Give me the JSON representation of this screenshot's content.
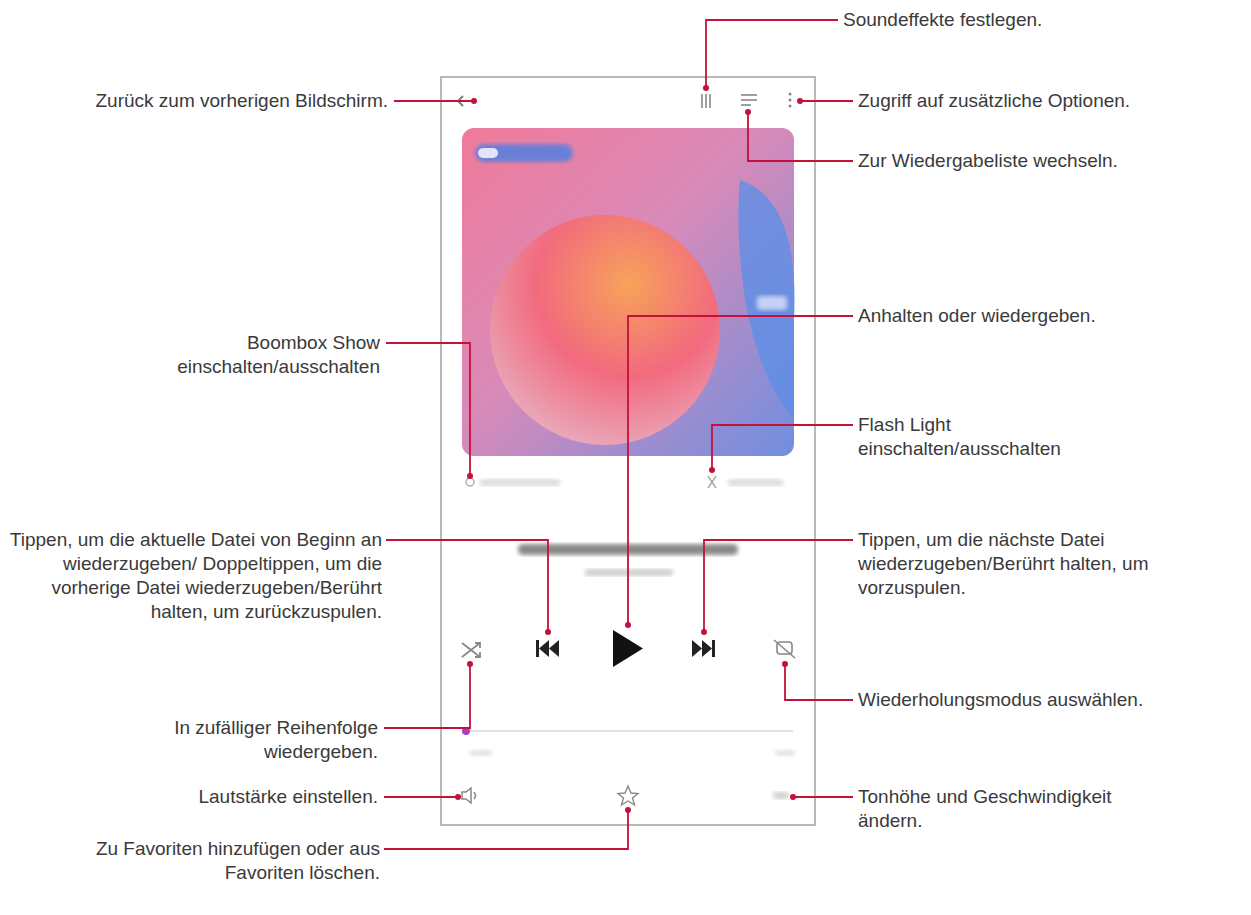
{
  "diagram": {
    "labels": [
      "Soundeffekte festlegen.",
      "Zurück zum vorherigen Bildschirm.",
      "Zugriff auf zusätzliche Optionen.",
      "Zur Wiedergabeliste wechseln.",
      "Anhalten oder wiedergeben.",
      "Boombox Show einschalten/ausschalten",
      "Flash Light einschalten/ausschalten",
      "Tippen, um die aktuelle Datei von Beginn an wiederzugeben/ Doppeltippen, um die vorherige Datei wiederzugeben/Berührt halten, um zurückzuspulen.",
      "Tippen, um die nächste Datei wiederzugeben/Berührt halten, um vorzuspulen.",
      "In zufälliger Reihenfolge wiedergeben.",
      "Wiederholungsmodus auswählen.",
      "Lautstärke einstellen.",
      "Tonhöhe und Geschwindigkeit ändern.",
      "Zu Favoriten hinzufügen oder aus Favoriten löschen."
    ]
  }
}
